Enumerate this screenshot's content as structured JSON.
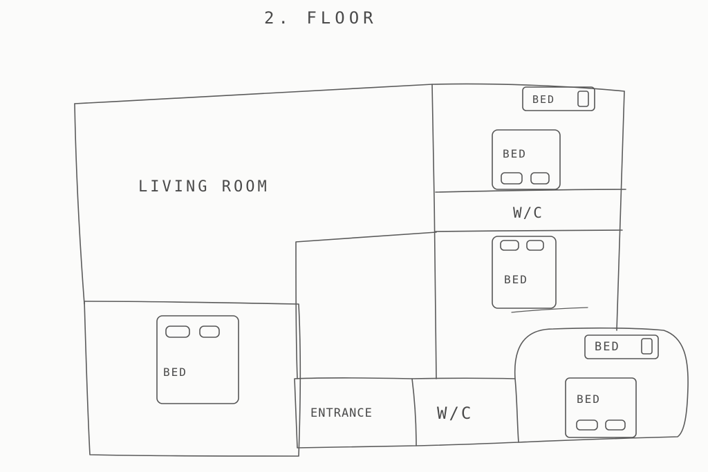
{
  "title": "2. FLOOR",
  "rooms": {
    "living_room": "LIVING ROOM",
    "entrance": "ENTRANCE",
    "wc_top": "W/C",
    "wc_bottom": "W/C"
  },
  "beds": {
    "top_single": "BED",
    "top_double": "BED",
    "middle_double": "BED",
    "left_double": "BED",
    "bottom_right_single": "BED",
    "bottom_right_double": "BED"
  },
  "colors": {
    "ink": "#555555",
    "paper": "#fbfbfa"
  }
}
